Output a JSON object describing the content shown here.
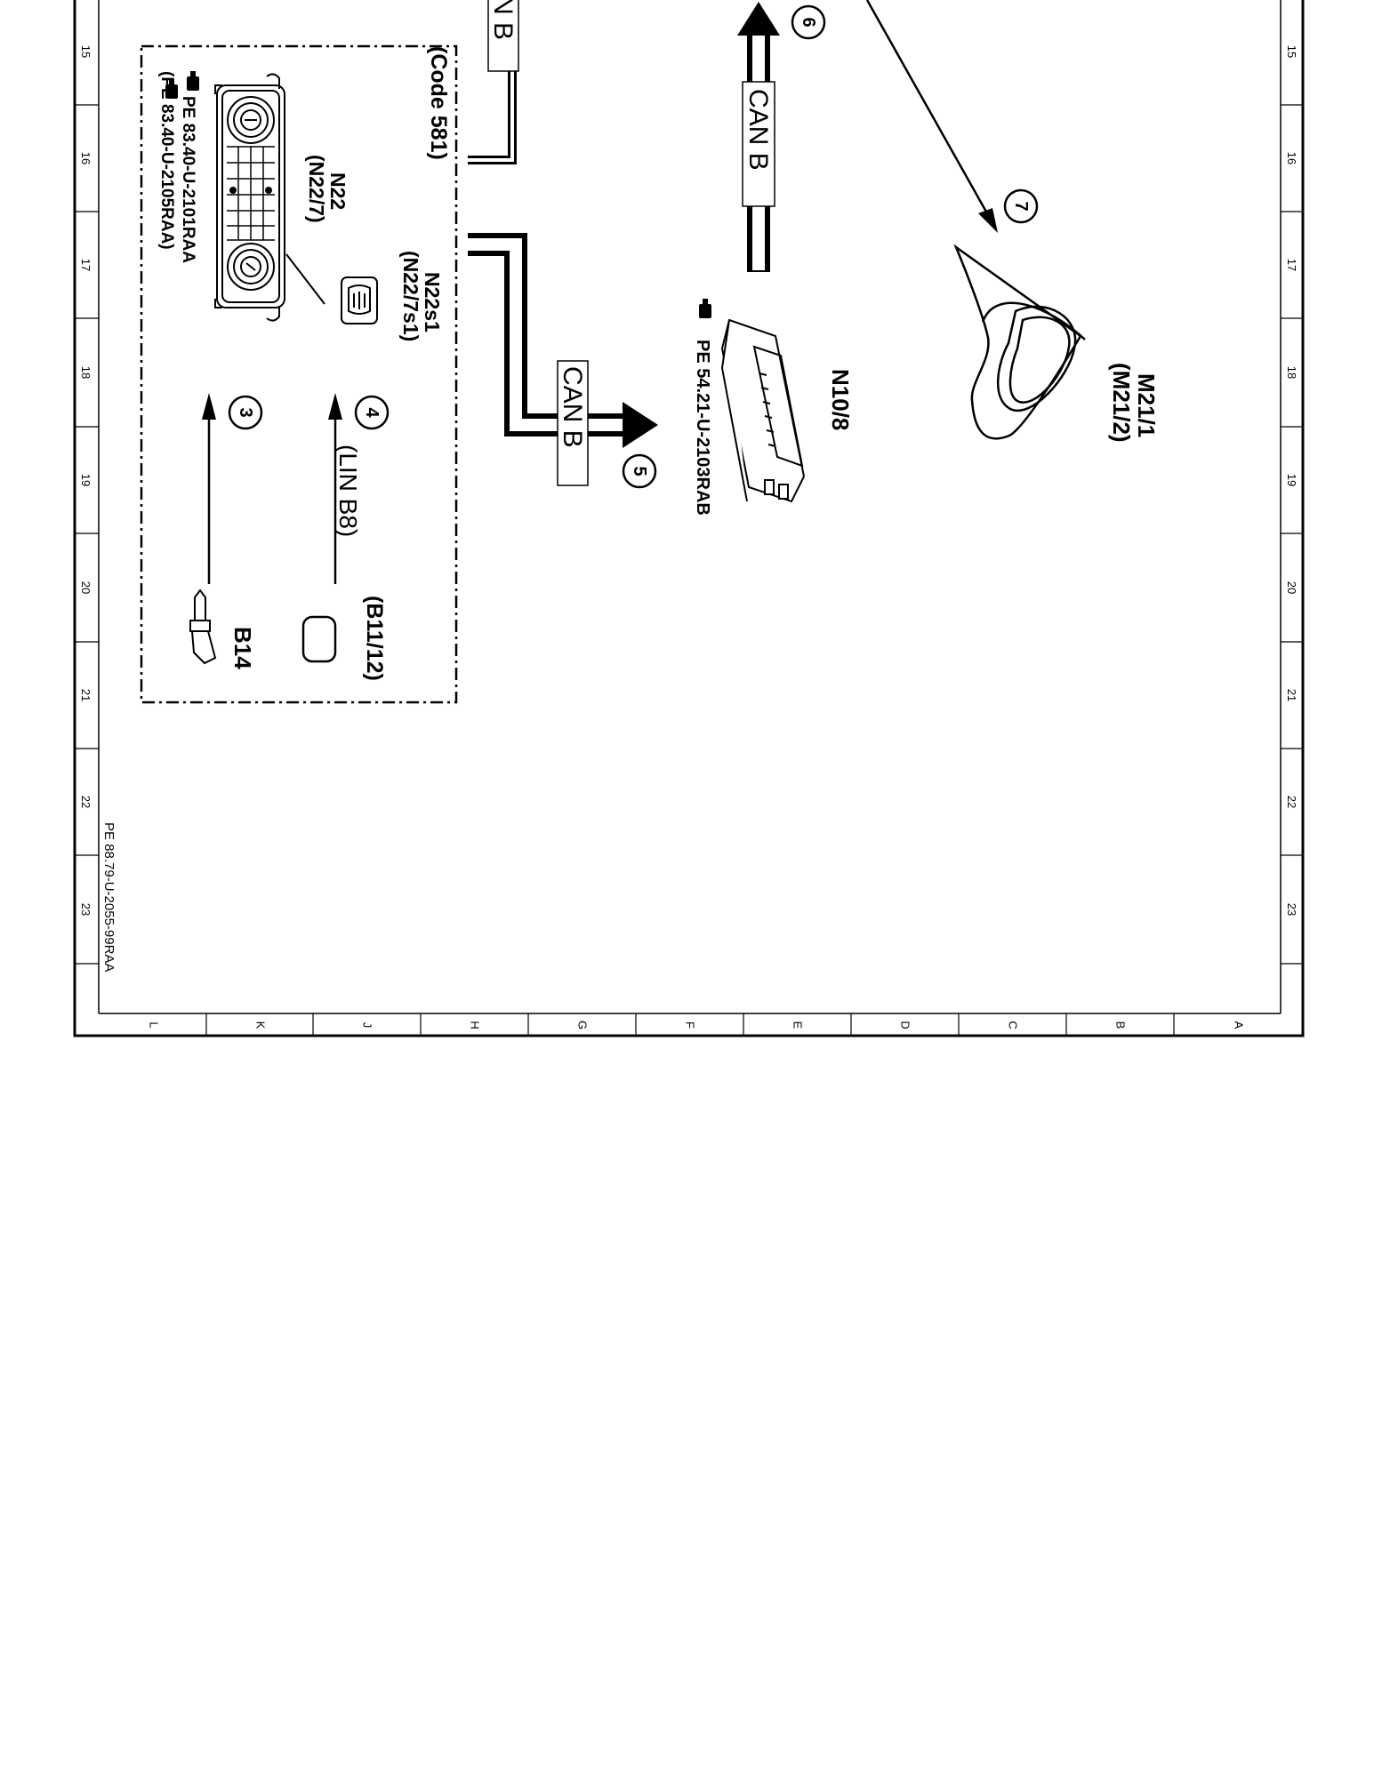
{
  "grid": {
    "rows": [
      "15",
      "16",
      "17",
      "18",
      "19",
      "20",
      "21",
      "22",
      "23"
    ],
    "columns": [
      "L",
      "K",
      "J",
      "H",
      "G",
      "F",
      "E",
      "D",
      "C",
      "B",
      "A"
    ]
  },
  "callouts": [
    "3",
    "4",
    "5",
    "6",
    "7"
  ],
  "bus_labels": {
    "can_b_top_partial": "N B",
    "can_b_right": "CAN B",
    "can_b_center": "CAN B"
  },
  "boxed_group": {
    "code_label": "(Code 581)",
    "n22_label": "N22",
    "n22_alt_label": "(N22/7)",
    "n22s1_label": "N22s1",
    "n22s1_alt_label": "(N22/7s1)",
    "n22_ref_1": "PE 83.40-U-2101RAA",
    "n22_ref_2": "(PE 83.40-U-2105RAA)",
    "b14_label": "B14",
    "b11_label": "(B11/12)",
    "lin_label": "(LIN B8)"
  },
  "components": {
    "n10_label": "N10/8",
    "n10_ref": "PE 54.21-U-2103RAB",
    "m21_label": "M21/1",
    "m21_alt_label": "(M21/2)"
  },
  "footer_ref": "PE 88.79-U-2055-99RAA",
  "colors": {
    "line": "#000000",
    "background": "#ffffff"
  },
  "icons": [
    "reference-hand-icon",
    "rear-defrost-icon",
    "control-panel-icon",
    "temperature-sensor-icon",
    "humidity-sensor-icon",
    "control-unit-icon",
    "mirror-icon"
  ]
}
